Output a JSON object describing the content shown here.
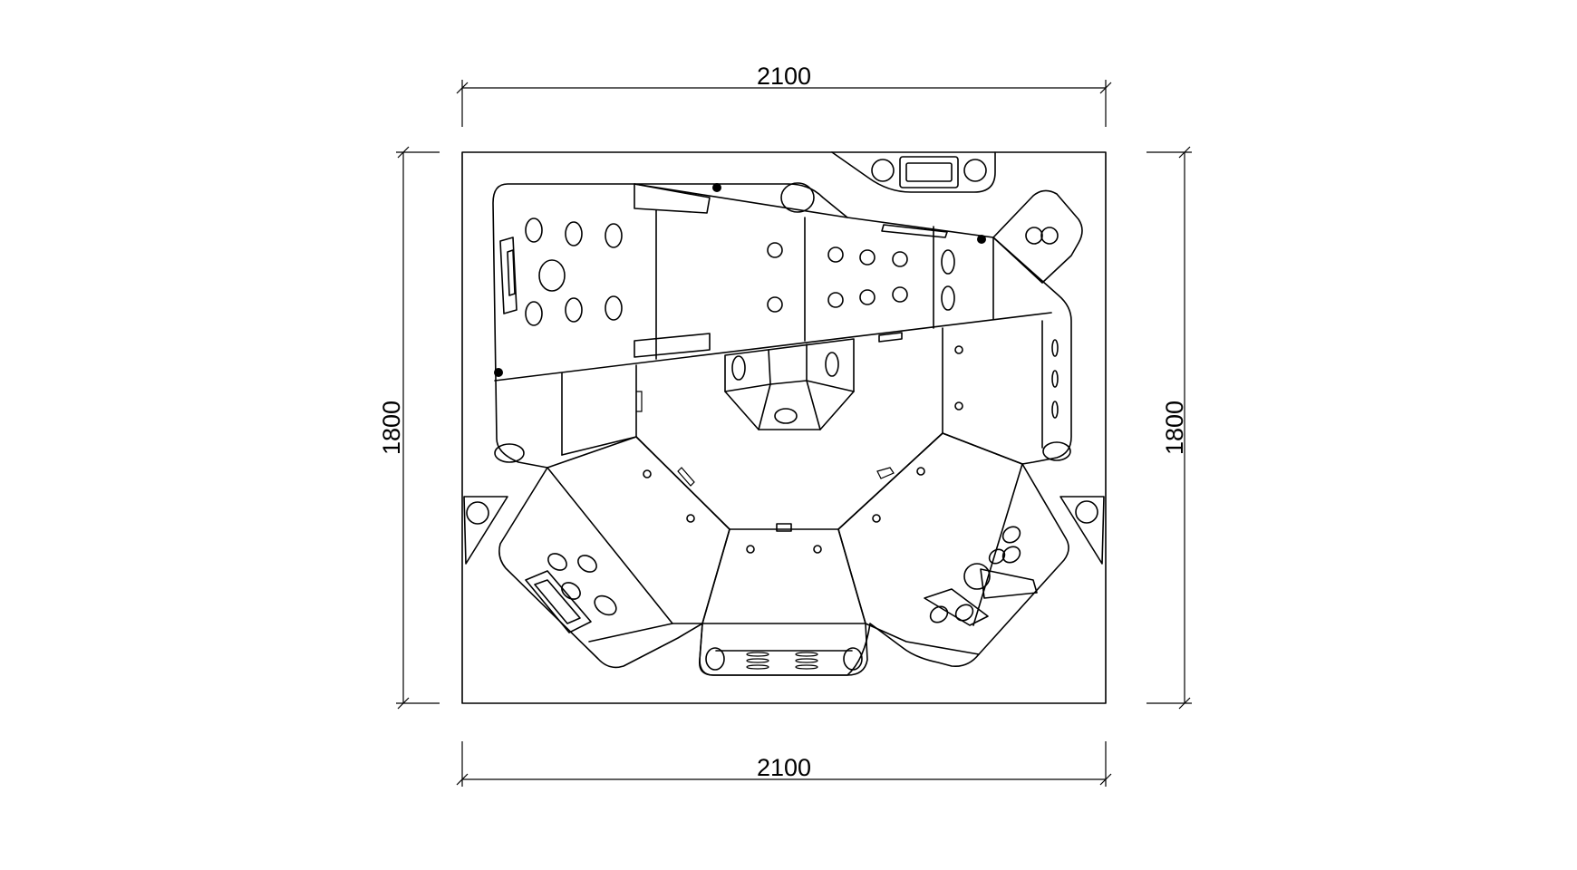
{
  "dimensions": {
    "top_width": "2100",
    "bottom_width": "2100",
    "left_height": "1800",
    "right_height": "1800"
  }
}
